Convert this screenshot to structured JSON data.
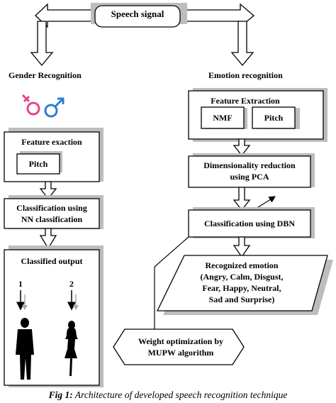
{
  "top": {
    "speech_signal": "Speech signal"
  },
  "left": {
    "title": "Gender Recognition",
    "feature_title": "Feature exaction",
    "pitch": "Pitch",
    "classification_line1": "Classification using",
    "classification_line2": "NN classification",
    "output_title": "Classified output",
    "arrow1_label": "1",
    "arrow2_label": "2"
  },
  "right": {
    "title": "Emotion recognition",
    "feature_title": "Feature Extraction",
    "nmf": "NMF",
    "pitch": "Pitch",
    "dim_line1": "Dimensionality reduction",
    "dim_line2": "using PCA",
    "dbn": "Classification using DBN",
    "recog_line1": "Recognized emotion",
    "recog_line2": "(Angry, Calm, Disgust,",
    "recog_line3": "Fear, Happy, Neutral,",
    "recog_line4": "Sad and Surprise)",
    "weight_line1": "Weight optimization by",
    "weight_line2": "MUPW algorithm"
  },
  "caption": {
    "label": "Fig 1:",
    "text": " Architecture  of developed speech recognition technique"
  },
  "colors": {
    "female_symbol": "#e8438f",
    "male_symbol": "#2a7fd0",
    "shadow": "#b8b8b8"
  }
}
